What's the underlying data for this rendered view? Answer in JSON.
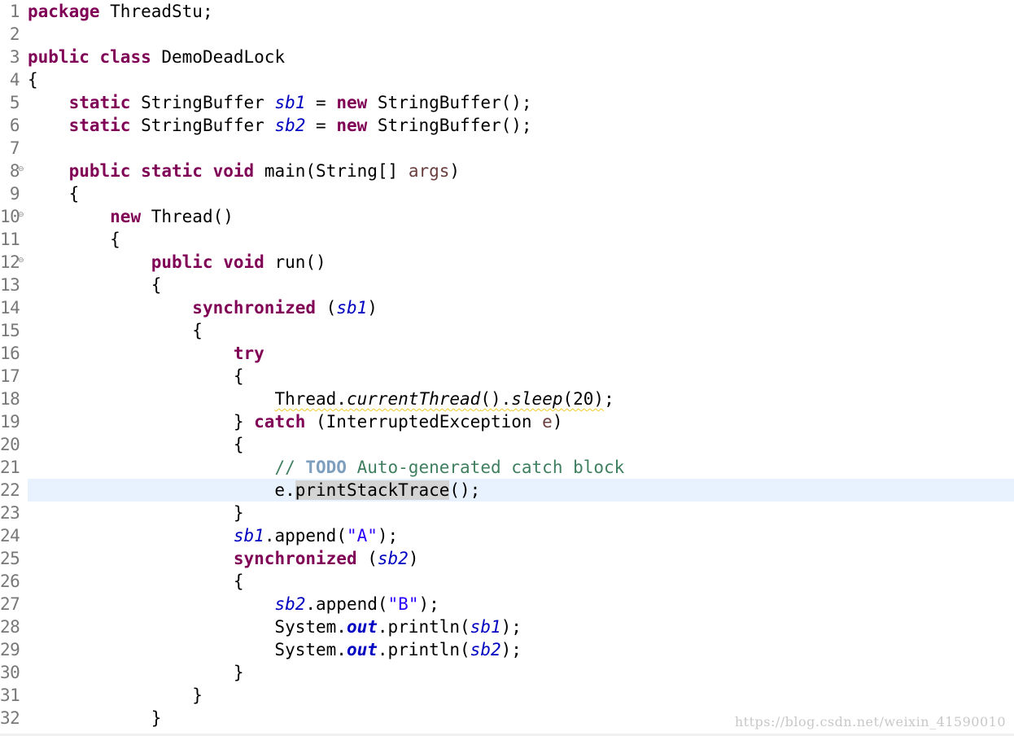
{
  "editor": {
    "lines": [
      {
        "n": "1",
        "fold": false,
        "tokens": [
          {
            "t": "package",
            "c": "kw"
          },
          {
            "t": " ThreadStu;"
          }
        ]
      },
      {
        "n": "2",
        "fold": false,
        "tokens": []
      },
      {
        "n": "3",
        "fold": false,
        "tokens": [
          {
            "t": "public",
            "c": "kw"
          },
          {
            "t": " "
          },
          {
            "t": "class",
            "c": "kw"
          },
          {
            "t": " DemoDeadLock"
          }
        ]
      },
      {
        "n": "4",
        "fold": false,
        "tokens": [
          {
            "t": "{"
          }
        ]
      },
      {
        "n": "5",
        "fold": false,
        "tokens": [
          {
            "t": "    "
          },
          {
            "t": "static",
            "c": "kw"
          },
          {
            "t": " StringBuffer "
          },
          {
            "t": "sb1",
            "c": "fld"
          },
          {
            "t": " = "
          },
          {
            "t": "new",
            "c": "kw"
          },
          {
            "t": " StringBuffer();"
          }
        ]
      },
      {
        "n": "6",
        "fold": false,
        "tokens": [
          {
            "t": "    "
          },
          {
            "t": "static",
            "c": "kw"
          },
          {
            "t": " StringBuffer "
          },
          {
            "t": "sb2",
            "c": "fld"
          },
          {
            "t": " = "
          },
          {
            "t": "new",
            "c": "kw"
          },
          {
            "t": " StringBuffer();"
          }
        ]
      },
      {
        "n": "7",
        "fold": false,
        "tokens": []
      },
      {
        "n": "8",
        "fold": true,
        "tokens": [
          {
            "t": "    "
          },
          {
            "t": "public",
            "c": "kw"
          },
          {
            "t": " "
          },
          {
            "t": "static",
            "c": "kw"
          },
          {
            "t": " "
          },
          {
            "t": "void",
            "c": "kw"
          },
          {
            "t": " main(String[] "
          },
          {
            "t": "args",
            "c": "par"
          },
          {
            "t": ")"
          }
        ]
      },
      {
        "n": "9",
        "fold": false,
        "tokens": [
          {
            "t": "    {"
          }
        ]
      },
      {
        "n": "10",
        "fold": true,
        "tokens": [
          {
            "t": "        "
          },
          {
            "t": "new",
            "c": "kw"
          },
          {
            "t": " Thread()"
          }
        ]
      },
      {
        "n": "11",
        "fold": false,
        "tokens": [
          {
            "t": "        {"
          }
        ]
      },
      {
        "n": "12",
        "fold": true,
        "tokens": [
          {
            "t": "            "
          },
          {
            "t": "public",
            "c": "kw"
          },
          {
            "t": " "
          },
          {
            "t": "void",
            "c": "kw"
          },
          {
            "t": " run()"
          }
        ]
      },
      {
        "n": "13",
        "fold": false,
        "tokens": [
          {
            "t": "            {"
          }
        ]
      },
      {
        "n": "14",
        "fold": false,
        "tokens": [
          {
            "t": "                "
          },
          {
            "t": "synchronized",
            "c": "kw"
          },
          {
            "t": " ("
          },
          {
            "t": "sb1",
            "c": "fld"
          },
          {
            "t": ")"
          }
        ]
      },
      {
        "n": "15",
        "fold": false,
        "tokens": [
          {
            "t": "                {"
          }
        ]
      },
      {
        "n": "16",
        "fold": false,
        "tokens": [
          {
            "t": "                    "
          },
          {
            "t": "try",
            "c": "kw"
          }
        ]
      },
      {
        "n": "17",
        "fold": false,
        "tokens": [
          {
            "t": "                    {"
          }
        ]
      },
      {
        "n": "18",
        "fold": false,
        "tokens": [
          {
            "t": "                        "
          },
          {
            "t": "Thread.",
            "c": "warn"
          },
          {
            "t": "currentThread",
            "c": "smeth warn"
          },
          {
            "t": "().",
            "c": "warn"
          },
          {
            "t": "sleep",
            "c": "smeth warn"
          },
          {
            "t": "(20)",
            "c": "warn"
          },
          {
            "t": ";"
          }
        ]
      },
      {
        "n": "19",
        "fold": false,
        "tokens": [
          {
            "t": "                    } "
          },
          {
            "t": "catch",
            "c": "kw"
          },
          {
            "t": " (InterruptedException "
          },
          {
            "t": "e",
            "c": "par"
          },
          {
            "t": ")"
          }
        ]
      },
      {
        "n": "20",
        "fold": false,
        "tokens": [
          {
            "t": "                    {"
          }
        ]
      },
      {
        "n": "21",
        "fold": false,
        "tokens": [
          {
            "t": "                        "
          },
          {
            "t": "// ",
            "c": "cmt"
          },
          {
            "t": "TODO",
            "c": "todo"
          },
          {
            "t": " Auto-generated catch block",
            "c": "cmt"
          }
        ]
      },
      {
        "n": "22",
        "fold": false,
        "current": true,
        "tokens": [
          {
            "t": "                        e."
          },
          {
            "t": "printStackTrace",
            "c": "occ"
          },
          {
            "t": "();"
          }
        ]
      },
      {
        "n": "23",
        "fold": false,
        "tokens": [
          {
            "t": "                    }"
          }
        ]
      },
      {
        "n": "24",
        "fold": false,
        "tokens": [
          {
            "t": "                    "
          },
          {
            "t": "sb1",
            "c": "fld"
          },
          {
            "t": ".append("
          },
          {
            "t": "\"A\"",
            "c": "str"
          },
          {
            "t": ");"
          }
        ]
      },
      {
        "n": "25",
        "fold": false,
        "tokens": [
          {
            "t": "                    "
          },
          {
            "t": "synchronized",
            "c": "kw"
          },
          {
            "t": " ("
          },
          {
            "t": "sb2",
            "c": "fld"
          },
          {
            "t": ")"
          }
        ]
      },
      {
        "n": "26",
        "fold": false,
        "tokens": [
          {
            "t": "                    {"
          }
        ]
      },
      {
        "n": "27",
        "fold": false,
        "tokens": [
          {
            "t": "                        "
          },
          {
            "t": "sb2",
            "c": "fld"
          },
          {
            "t": ".append("
          },
          {
            "t": "\"B\"",
            "c": "str"
          },
          {
            "t": ");"
          }
        ]
      },
      {
        "n": "28",
        "fold": false,
        "tokens": [
          {
            "t": "                        System."
          },
          {
            "t": "out",
            "c": "sfld"
          },
          {
            "t": ".println("
          },
          {
            "t": "sb1",
            "c": "fld"
          },
          {
            "t": ");"
          }
        ]
      },
      {
        "n": "29",
        "fold": false,
        "tokens": [
          {
            "t": "                        System."
          },
          {
            "t": "out",
            "c": "sfld"
          },
          {
            "t": ".println("
          },
          {
            "t": "sb2",
            "c": "fld"
          },
          {
            "t": ");"
          }
        ]
      },
      {
        "n": "30",
        "fold": false,
        "tokens": [
          {
            "t": "                    }"
          }
        ]
      },
      {
        "n": "31",
        "fold": false,
        "tokens": [
          {
            "t": "                }"
          }
        ]
      },
      {
        "n": "32",
        "fold": false,
        "tokens": [
          {
            "t": "            }"
          }
        ]
      }
    ]
  },
  "watermark": "https://blog.csdn.net/weixin_41590010",
  "colors": {
    "keyword": "#7f0055",
    "field": "#0000c0",
    "string": "#2a00ff",
    "comment": "#3f7f5f",
    "todo": "#7f9fbf",
    "current_line": "#e8f2fe"
  }
}
